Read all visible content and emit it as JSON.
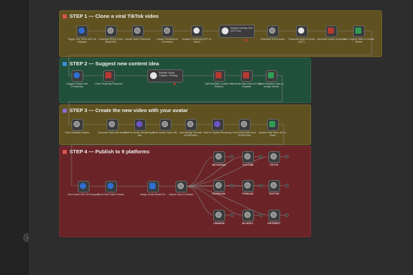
{
  "sidebar": {
    "collapse_icon": "chevron-right-icon",
    "collapse_glyph": "›"
  },
  "steps": [
    {
      "title": "STEP 1 — Clone a viral TikTok video",
      "color": "#5f5220",
      "icon_color": "#d9534f"
    },
    {
      "title": "STEP 2 — Suggest new content idea",
      "color": "#21503a",
      "icon_color": "#3a8fd9"
    },
    {
      "title": "STEP 3 — Create the new video with your avatar",
      "color": "#5f5220",
      "icon_color": "#8e6bd1"
    },
    {
      "title": "STEP 4 — Publish to 9 platforms",
      "color": "#6a2427",
      "icon_color": "#d9534f"
    }
  ],
  "step1_nodes": [
    {
      "label": "Trigger: Get TikTok URL via Telegram",
      "icon": "telegram-icon"
    },
    {
      "label": "Download TikTok Video (RapidAPI)",
      "icon": "http-icon"
    },
    {
      "label": "Extract Video Thumbnail",
      "icon": "http-icon"
    },
    {
      "label": "Upload Thumbnail to Cloudinary",
      "icon": "http-icon"
    },
    {
      "label": "Analyze Thumbnail (GPT-4o Vision)",
      "icon": "openai-icon"
    },
    {
      "label": "Extract Overlay Text (GPT-4o)",
      "icon": "openai-icon",
      "wide": true
    },
    {
      "label": "Download TikTok Audio",
      "icon": "http-icon"
    },
    {
      "label": "Transcribe Audio to Script (GPT)",
      "icon": "openai-icon"
    },
    {
      "label": "Generate Unique Scripts AI",
      "icon": "code-icon"
    },
    {
      "label": "Save Original Video to Google Sheets",
      "icon": "sheets-icon"
    }
  ],
  "step2_nodes": [
    {
      "label": "Suggest Similar Idea (Perplexity)",
      "icon": "telegram-icon"
    },
    {
      "label": "Clean Perplexity Response",
      "icon": "code-icon"
    },
    {
      "label": "Rewrite Script, Caption, Overlay...",
      "icon": "openai-icon",
      "wide": true
    },
    {
      "label": "Split Rewritten Content into Sections",
      "icon": "code-icon"
    },
    {
      "label": "Generate New Video ID from Template",
      "icon": "code-icon"
    },
    {
      "label": "Save Rewritten Video to Google Sheets",
      "icon": "sheets-icon"
    }
  ],
  "step3_nodes": [
    {
      "label": "Fetch Available Avatars",
      "icon": "http-icon"
    },
    {
      "label": "Generate Video with Avatar",
      "icon": "http-icon"
    },
    {
      "label": "Wait for Avatar Rendering (5 min)",
      "icon": "wait-icon"
    },
    {
      "label": "Fetch Avatar Video URL",
      "icon": "http-icon"
    },
    {
      "label": "Add Overlay Text with JSON2Video",
      "icon": "http-icon"
    },
    {
      "label": "Wait for Caption Rendering",
      "icon": "wait-icon"
    },
    {
      "label": "Fetch Final Video from JSON2Video",
      "icon": "http-icon"
    },
    {
      "label": "Update Final Video URL in Sheet",
      "icon": "sheets-icon"
    }
  ],
  "step4_nodes": [
    {
      "label": "Send Video URL via Telegram",
      "icon": "telegram-icon"
    },
    {
      "label": "Send Final Video Preview",
      "icon": "telegram-icon"
    },
    {
      "label": "Assign Social Media IDs",
      "icon": "edit-icon"
    },
    {
      "label": "Upload Video to Blotato",
      "icon": "http-icon"
    }
  ],
  "platforms": [
    "INSTAGRAM",
    "YOUTUBE",
    "TIKTOK",
    "FACEBOOK",
    "THREADS",
    "TWITTER",
    "LINKEDIN",
    "BLUESKY",
    "PINTEREST"
  ]
}
